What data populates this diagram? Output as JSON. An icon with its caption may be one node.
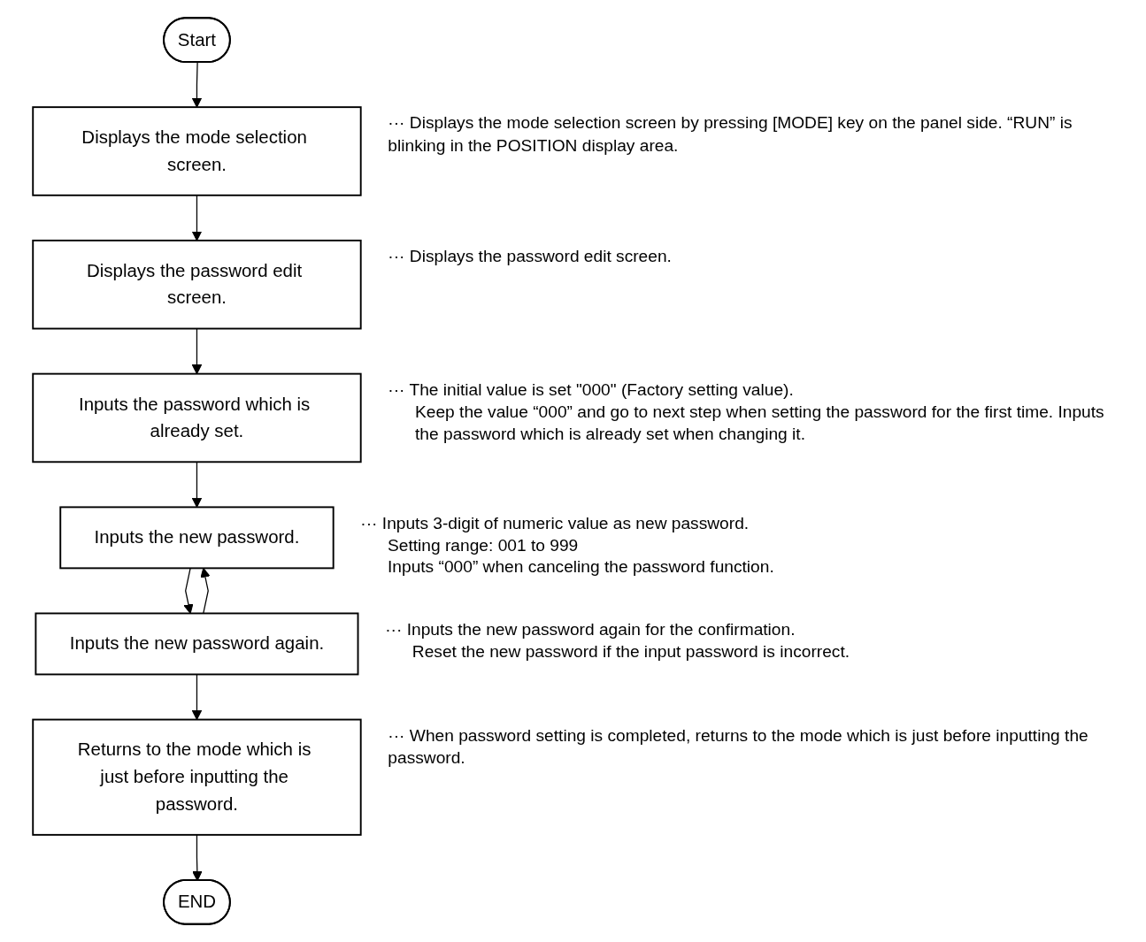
{
  "diagram": {
    "nodes": [
      {
        "text": [
          "Start"
        ]
      },
      {
        "text": [
          "Displays the mode selection screen."
        ],
        "beside": [
          "··· Displays the mode selection screen by pressing [MODE] key on the panel side. “RUN” is blinking in the POSITION display area."
        ]
      },
      {
        "text": [
          "Displays the password edit screen."
        ],
        "beside": [
          "··· Displays the password edit screen."
        ]
      },
      {
        "text": [
          "Inputs the password which is already set."
        ],
        "beside": [
          "··· The initial value is set \"000\" (Factory setting value).",
          "Keep the value “000” and go to next step when setting the password for the first time. Inputs the password which is already set when changing it."
        ]
      },
      {
        "text": [
          "Inputs the new password."
        ],
        "beside": [
          "··· Inputs 3-digit of numeric value as new password.",
          "Setting range: 001 to 999",
          "Inputs “000” when canceling the password function."
        ]
      },
      {
        "text": [
          "Inputs the new password again."
        ],
        "beside": [
          "··· Inputs the new password again for the confirmation.",
          "Reset the new password if the input password is incorrect."
        ]
      },
      {
        "text": [
          "Returns to the mode which is just before inputting the password."
        ],
        "beside": [
          "··· When password setting is completed, returns to the mode which is just before inputting the password."
        ]
      },
      {
        "text": [
          "END"
        ]
      }
    ],
    "edges": [
      {
        "from": 0,
        "to": 1,
        "arrow": "to"
      },
      {
        "from": 1,
        "to": 2,
        "arrow": "to"
      },
      {
        "from": 2,
        "to": 3,
        "arrow": "to"
      },
      {
        "from": 3,
        "to": 4,
        "arrow": "to"
      },
      {
        "from": 4,
        "to": 5,
        "arrow": "to"
      },
      {
        "from": 5,
        "to": 6,
        "arrow": "to"
      },
      {
        "from": 6,
        "to": 7,
        "arrow": "to"
      },
      {
        "from": 5,
        "to": 4,
        "arrow": "to"
      }
    ]
  }
}
